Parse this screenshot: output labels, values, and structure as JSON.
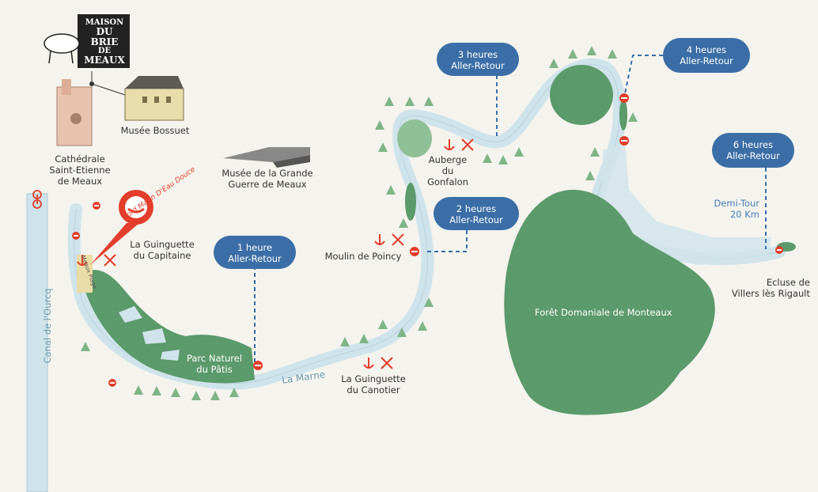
{
  "logo": {
    "lines": [
      "MAISON",
      "DU BRIE",
      "DE",
      "MEAUX"
    ]
  },
  "places": {
    "cathedrale": [
      "Cathédrale",
      "Saint-Etienne",
      "de Meaux"
    ],
    "bossuet": "Musée Bossuet",
    "musee_guerre": [
      "Musée de la Grande",
      "Guerre de Meaux"
    ],
    "guinguette_capitaine": [
      "La Guinguette",
      "du Capitaine"
    ],
    "parc_patis": [
      "Parc Naturel",
      "du Pâtis"
    ],
    "guinguette_canotier": [
      "La Guinguette",
      "du Canotier"
    ],
    "moulin": "Moulin de Poincy",
    "auberge": [
      "Auberge",
      "du",
      "Gonfalon"
    ],
    "foret": "Forêt Domaniale de Monteaux",
    "ecluse": [
      "Ecluse de",
      "Villers lès Rigault"
    ],
    "meaux_plage": "Meaux Plage",
    "bonus_sign": "Bord Marin D'Eau Douce"
  },
  "water": {
    "river": "La Marne",
    "canal": "Canal de l'Ourcq"
  },
  "durations": [
    [
      "1 heure",
      "Aller-Retour"
    ],
    [
      "2 heures",
      "Aller-Retour"
    ],
    [
      "3 heures",
      "Aller-Retour"
    ],
    [
      "4 heures",
      "Aller-Retour"
    ],
    [
      "6 heures",
      "Aller-Retour"
    ]
  ],
  "turnaround": [
    "Demi-Tour",
    "20 Km"
  ],
  "icons": {
    "anchor": "anchor-icon",
    "restaurant": "fork-knife-icon",
    "no_entry": "no-entry-icon",
    "tree": "tree-icon",
    "bicycle": "bicycle-icon"
  },
  "colors": {
    "forest": "#5b9a6a",
    "water": "#cfe3ea",
    "bubble": "#3b6ea6",
    "marker": "#e23e2b",
    "background": "#f4f3ee"
  }
}
